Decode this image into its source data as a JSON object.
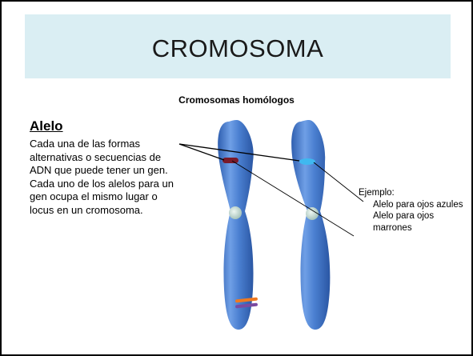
{
  "slide": {
    "title": "CROMOSOMA",
    "subtitle": "Cromosomas homólogos"
  },
  "allele": {
    "heading": "Alelo",
    "description": "Cada una de las formas alternativas o secuencias de ADN que puede tener un gen. Cada uno de los alelos para un gen ocupa el mismo lugar o locus en un cromosoma."
  },
  "example": {
    "label": "Ejemplo:",
    "items": [
      "Alelo para ojos azules",
      "Alelo para ojos marrones"
    ]
  },
  "colors": {
    "title_band": "#daeef3",
    "chromosome": "#4a82d2",
    "centromere": "#c8dcd6",
    "allele_brown": "#7a1a2a",
    "allele_blue": "#3fb8f0",
    "band_orange": "#f07a20",
    "band_purple": "#7a4aa0"
  }
}
